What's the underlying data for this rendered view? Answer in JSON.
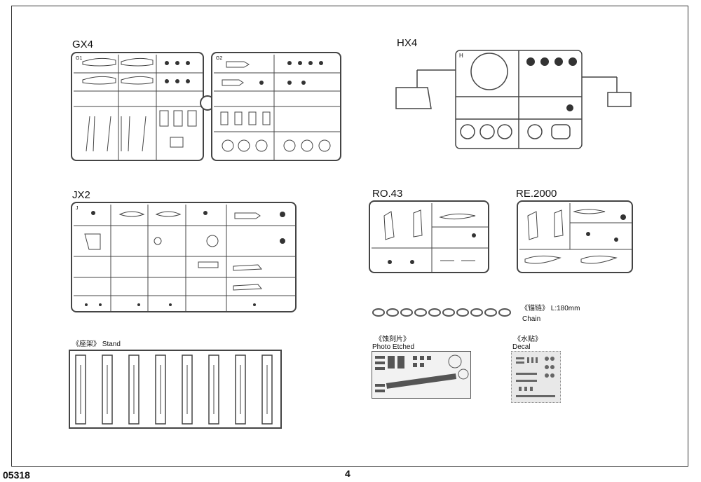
{
  "page": {
    "code": "05318",
    "number": "4"
  },
  "sprues": {
    "gx4": {
      "label": "GX4",
      "sub_a": "G1",
      "sub_b": "G2"
    },
    "hx4": {
      "label": "HX4",
      "sub": "H"
    },
    "jx2": {
      "label": "JX2",
      "sub": "J"
    },
    "ro43": {
      "label": "RO.43"
    },
    "re2000": {
      "label": "RE.2000"
    }
  },
  "chain": {
    "label_cn": "《锚链》",
    "length": "L:180mm",
    "label_en": "Chain"
  },
  "stand": {
    "label_cn": "《座架》",
    "label_en": "Stand",
    "count": 8
  },
  "photo_etched": {
    "label_cn": "《蚀刻片》",
    "label_en": "Photo Etched"
  },
  "decal": {
    "label_cn": "《水贴》",
    "label_en": "Decal"
  }
}
